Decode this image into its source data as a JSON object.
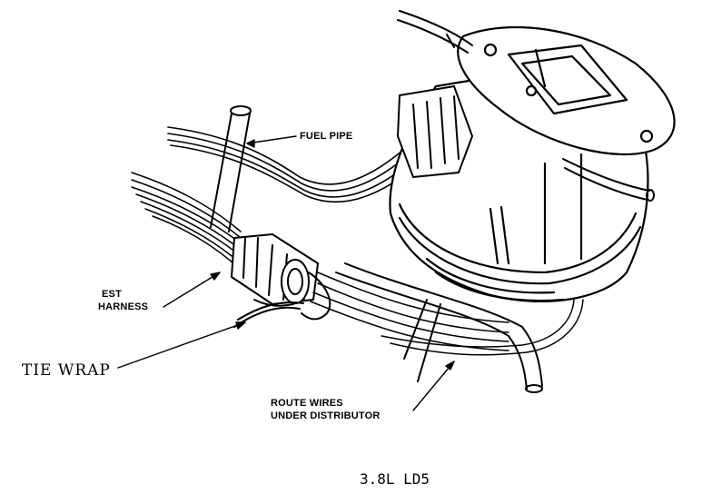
{
  "labels": {
    "fuel_pipe": "FUEL PIPE",
    "est_harness_line1": "EST",
    "est_harness_line2": "HARNESS",
    "tie_wrap": "TIE WRAP",
    "route_wires_line1": "ROUTE WIRES",
    "route_wires_line2": "UNDER DISTRIBUTOR"
  },
  "caption": "3.8L LD5",
  "colors": {
    "ink": "#000000",
    "paper": "#ffffff"
  }
}
